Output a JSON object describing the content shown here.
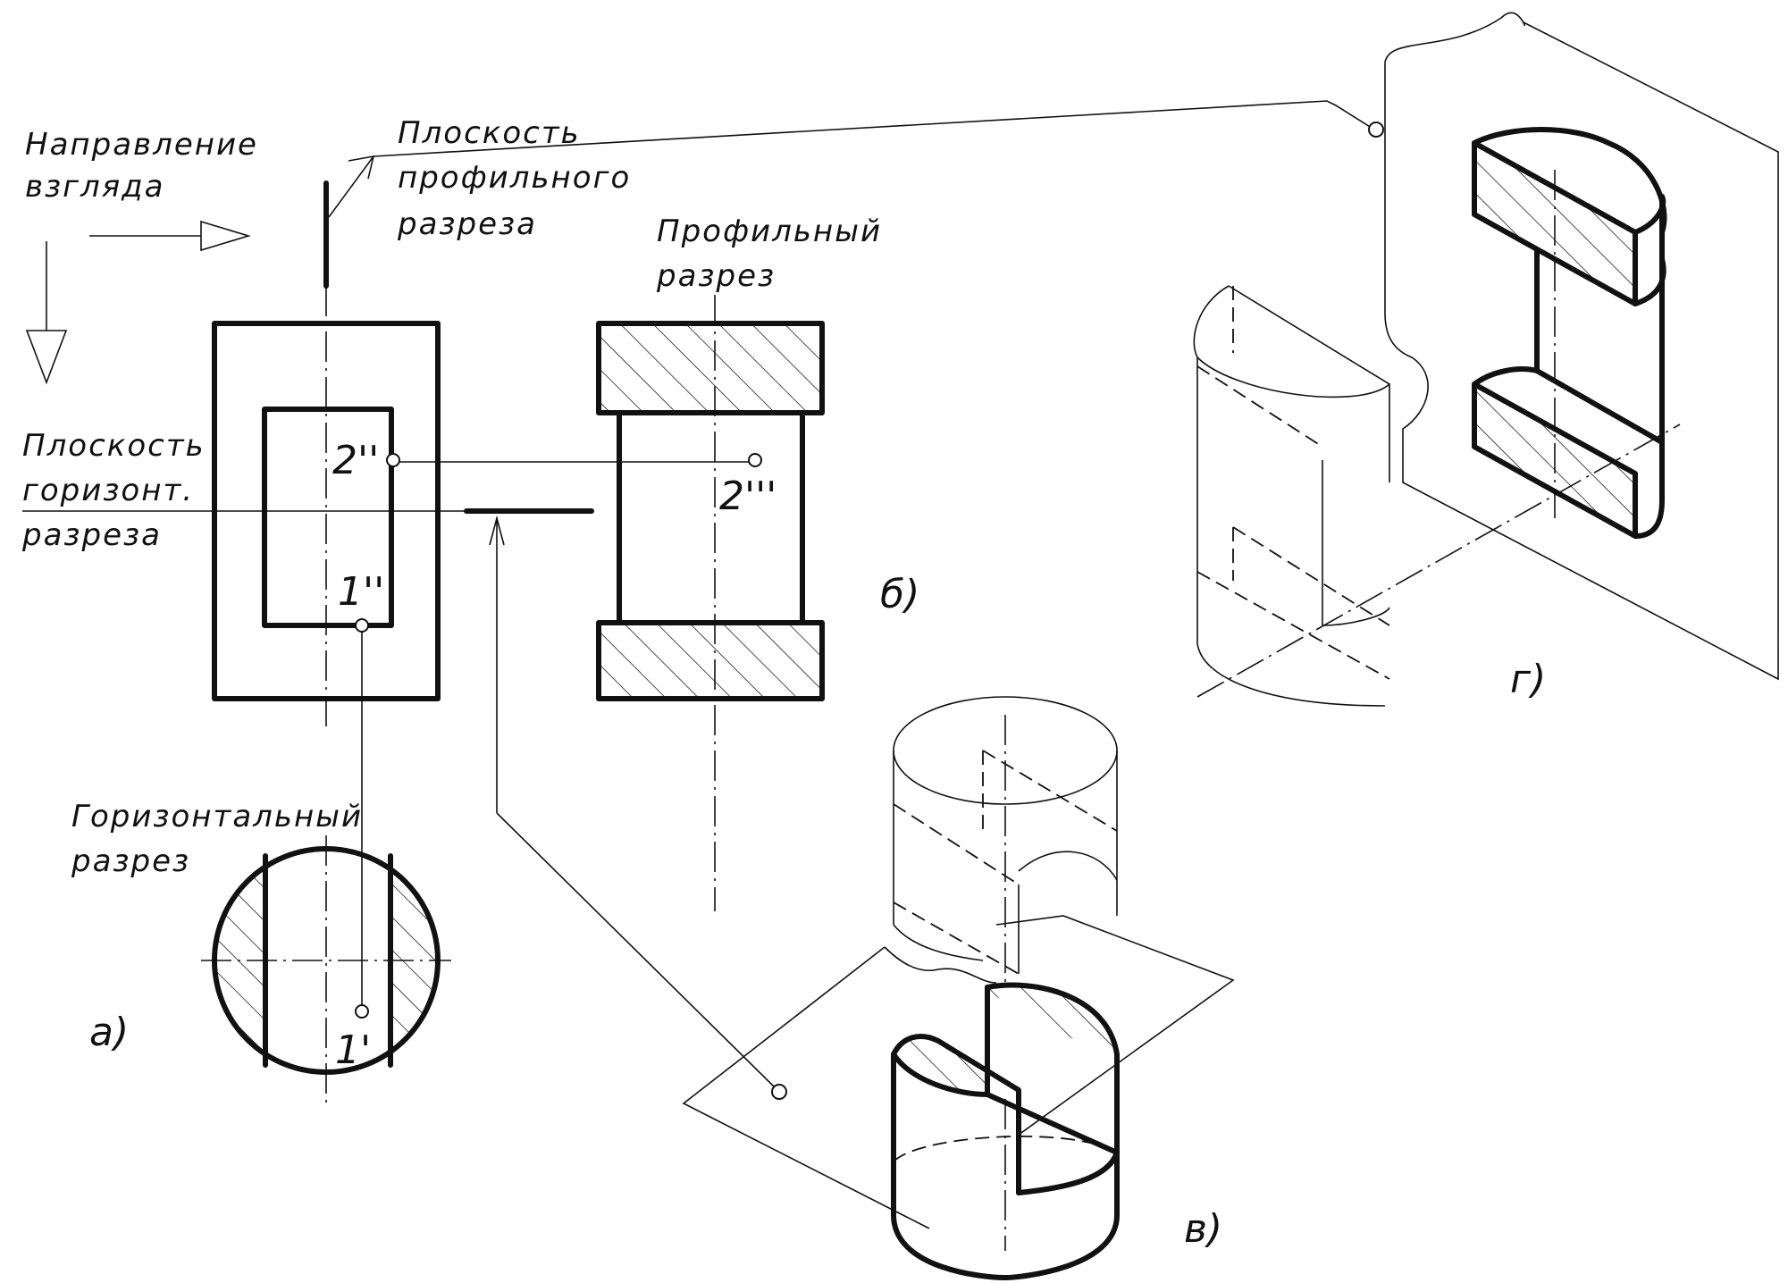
{
  "labels": {
    "view_direction": [
      "Направление",
      "взгляда"
    ],
    "profile_plane": [
      "Плоскость",
      "профильного",
      "разреза"
    ],
    "profile_section": [
      "Профильный",
      "разрез"
    ],
    "horizontal_plane": [
      "Плоскость",
      "горизонт.",
      "разреза"
    ],
    "horizontal_section": [
      "Горизонтальный",
      "разрез"
    ]
  },
  "points": {
    "p2_front": "2''",
    "p2_profile": "2'''",
    "p1_front": "1''",
    "p1_top": "1'"
  },
  "figures": {
    "a": "а)",
    "b": "б)",
    "v": "в)",
    "g": "г)"
  }
}
